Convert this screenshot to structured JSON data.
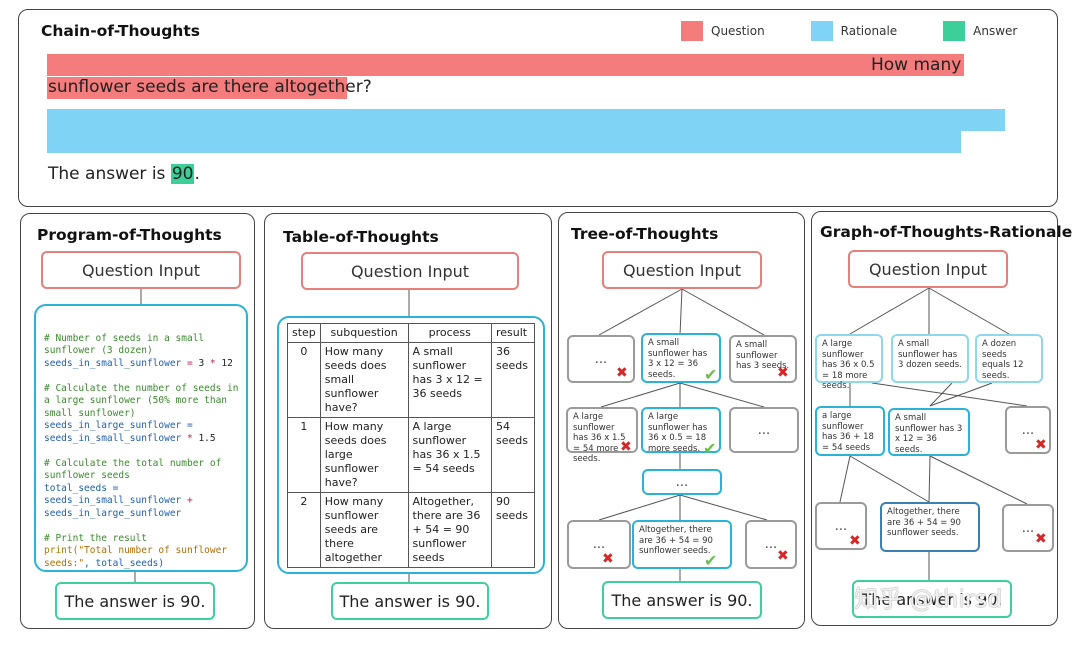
{
  "cot": {
    "title": "Chain-of-Thoughts",
    "legend": [
      {
        "label": "Question",
        "color": "#f47c7c"
      },
      {
        "label": "Rationale",
        "color": "#7fd3f5"
      },
      {
        "label": "Answer",
        "color": "#3dcf9a"
      }
    ],
    "question_part1": "How many",
    "question_part2": "sunflower seeds are there altogether?",
    "answer_prefix": "The answer is ",
    "answer_value": "90",
    "answer_suffix": "."
  },
  "pot": {
    "title": "Program-of-Thoughts",
    "question": "Question Input",
    "answer": "The answer is 90.",
    "code": {
      "c1": "# Number of seeds in a small\nsunflower (3 dozen)",
      "l1_var": "seeds_in_small_sunflower",
      "l1_eq": " = ",
      "l1_val": "3",
      "l1_op": " * ",
      "l1_val2": "12",
      "c2": "# Calculate the number of seeds in\na large sunflower (50% more than\nsmall sunflower)",
      "l2_var": "seeds_in_large_sunflower =\nseeds_in_small_sunflower",
      "l2_op": " * ",
      "l2_val": "1.5",
      "c3": "# Calculate the total number of\nsunflower seeds",
      "l3_var": "total_seeds =\nseeds_in_small_sunflower",
      "l3_op": " +",
      "l3_var2": "seeds_in_large_sunflower",
      "c4": "# Print the result",
      "l4_fn": "print",
      "l4_str": "(\"Total number of sunflower\nseeds:\"",
      "l4_rest": ", total_seeds)"
    }
  },
  "tot": {
    "title": "Table-of-Thoughts",
    "question": "Question Input",
    "answer": "The answer is 90.",
    "headers": [
      "step",
      "subquestion",
      "process",
      "result"
    ],
    "rows": [
      [
        "0",
        "How many seeds does small sunflower have?",
        "A small sunflower has 3 x 12 = 36 seeds",
        "36 seeds"
      ],
      [
        "1",
        "How many seeds does large sunflower have?",
        "A large sunflower has 36 x 1.5 = 54 seeds",
        "54 seeds"
      ],
      [
        "2",
        "How many sunflower seeds are there altogether",
        "Altogether, there are 36 + 54 = 90 sunflower seeds",
        "90 seeds"
      ]
    ]
  },
  "tree": {
    "title": "Tree-of-Thoughts",
    "question": "Question Input",
    "answer": "The answer is 90.",
    "n1a": "...",
    "n1b": "A small sunflower has 3 x 12 = 36 seeds.",
    "n1c": "A small sunflower has 3 seeds.",
    "n2a": "A large sunflower has 36 x 1.5 = 54 more seeds.",
    "n2b": "A large sunflower has 36 x 0.5 = 18 more seeds.",
    "n2c": "...",
    "n3": "...",
    "n4a": "...",
    "n4b": "Altogether, there are 36 + 54 = 90 sunflower seeds.",
    "n4c": "..."
  },
  "got": {
    "title": "Graph-of-Thoughts-Rationale",
    "question": "Question Input",
    "answer": "The answer is 90.",
    "n1a": "A large sunflower has 36 x 0.5 = 18 more seeds.",
    "n1b": "A small sunflower has 3 dozen seeds.",
    "n1c": "A dozen seeds equals 12 seeds.",
    "n2a": "a large sunflower has 36 + 18 = 54 seeds",
    "n2b": "A small sunflower has 3 x 12 = 36 seeds.",
    "n2c": "...",
    "n3a": "...",
    "n3b": "Altogether, there are 36 + 54 = 90 sunflower seeds.",
    "n3c": "..."
  },
  "watermark": "知乎 @thirsd"
}
